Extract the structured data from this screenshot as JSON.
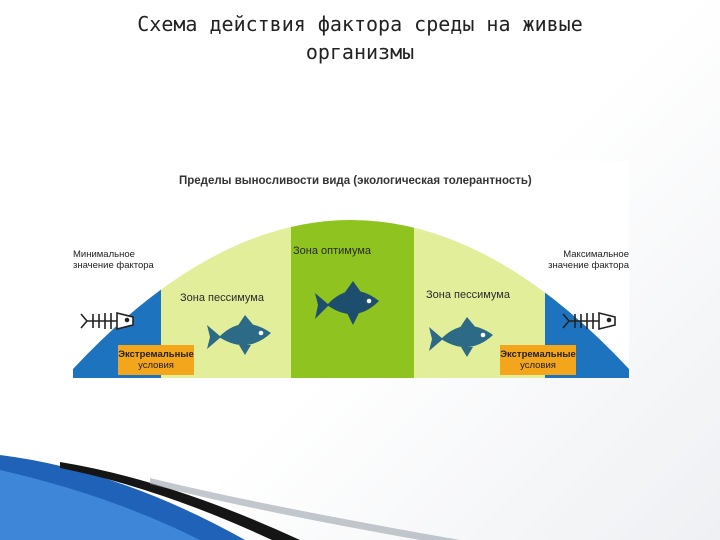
{
  "slide": {
    "title_line1": "Схема действия фактора среды на живые",
    "title_line2": "организмы"
  },
  "diagram": {
    "title": "Пределы выносливости вида (экологическая толерантность)",
    "zones": {
      "optimum": "Зона оптимума",
      "pessimum_left": "Зона пессимума",
      "pessimum_right": "Зона пессимума"
    },
    "extreme_left_line1": "Экстремальные",
    "extreme_left_line2": "условия",
    "extreme_right_line1": "Экстремальные",
    "extreme_right_line2": "условия",
    "min_label_line1": "Минимальное",
    "min_label_line2": "значение фактора",
    "max_label_line1": "Максимальное",
    "max_label_line2": "значение фактора",
    "colors": {
      "optimum": "#8fc31f",
      "pessimum": "#e3ee9b",
      "extreme": "#1e73be",
      "label_box": "#f3a51b",
      "fish": "#2c6a85"
    },
    "icons": [
      "fish-skeleton-icon",
      "fish-icon",
      "fish-icon",
      "fish-icon",
      "fish-skeleton-icon"
    ]
  }
}
